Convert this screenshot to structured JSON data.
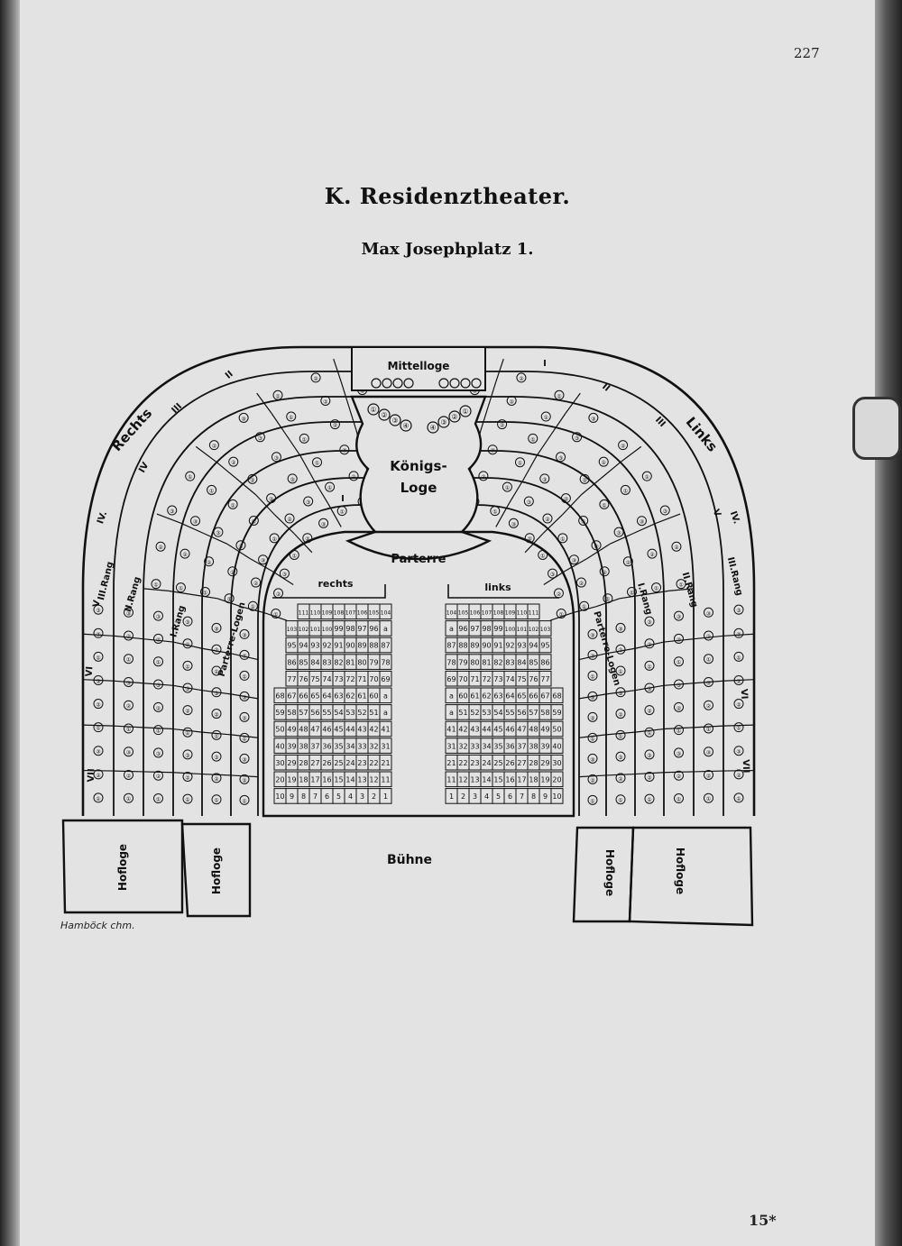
{
  "page": {
    "number": "227",
    "signature": "15*"
  },
  "title": "K. Residenztheater.",
  "subtitle": "Max Josephplatz 1.",
  "credit": "Hamböck chm.",
  "plan": {
    "areas": {
      "mittelloge": "Mittelloge",
      "koenigsloge_line1": "Königs-",
      "koenigsloge_line2": "Loge",
      "parterre": "Parterre",
      "parterre_rechts": "rechts",
      "parterre_links": "links",
      "buehne": "Bühne",
      "hofloge": "Hofloge"
    },
    "sides": {
      "right": "Rechts",
      "left": "Links"
    },
    "tiers": {
      "rang4": "IV.",
      "rang3": "III.Rang",
      "rang2": "II.Rang",
      "rang1": "I.Rang",
      "parterre_logen": "Parterre-Logen"
    },
    "box_numbers": [
      "I",
      "II",
      "III",
      "IV",
      "V",
      "VI",
      "VII"
    ],
    "parterre_rechts_rows": [
      [
        "111",
        "110",
        "109",
        "108",
        "107",
        "106",
        "105",
        "104"
      ],
      [
        "103",
        "102",
        "101",
        "100",
        "99",
        "98",
        "97",
        "96",
        "a"
      ],
      [
        "95",
        "94",
        "93",
        "92",
        "91",
        "90",
        "89",
        "88",
        "87"
      ],
      [
        "86",
        "85",
        "84",
        "83",
        "82",
        "81",
        "80",
        "79",
        "78"
      ],
      [
        "77",
        "76",
        "75",
        "74",
        "73",
        "72",
        "71",
        "70",
        "69"
      ],
      [
        "68",
        "67",
        "66",
        "65",
        "64",
        "63",
        "62",
        "61",
        "60",
        "a"
      ],
      [
        "59",
        "58",
        "57",
        "56",
        "55",
        "54",
        "53",
        "52",
        "51",
        "a"
      ],
      [
        "50",
        "49",
        "48",
        "47",
        "46",
        "45",
        "44",
        "43",
        "42",
        "41"
      ],
      [
        "40",
        "39",
        "38",
        "37",
        "36",
        "35",
        "34",
        "33",
        "32",
        "31"
      ],
      [
        "30",
        "29",
        "28",
        "27",
        "26",
        "25",
        "24",
        "23",
        "22",
        "21"
      ],
      [
        "20",
        "19",
        "18",
        "17",
        "16",
        "15",
        "14",
        "13",
        "12",
        "11"
      ],
      [
        "10",
        "9",
        "8",
        "7",
        "6",
        "5",
        "4",
        "3",
        "2",
        "1"
      ]
    ],
    "parterre_links_rows": [
      [
        "104",
        "105",
        "106",
        "107",
        "108",
        "109",
        "110",
        "111"
      ],
      [
        "a",
        "96",
        "97",
        "98",
        "99",
        "100",
        "101",
        "102",
        "103"
      ],
      [
        "87",
        "88",
        "89",
        "90",
        "91",
        "92",
        "93",
        "94",
        "95"
      ],
      [
        "78",
        "79",
        "80",
        "81",
        "82",
        "83",
        "84",
        "85",
        "86"
      ],
      [
        "69",
        "70",
        "71",
        "72",
        "73",
        "74",
        "75",
        "76",
        "77"
      ],
      [
        "a",
        "60",
        "61",
        "62",
        "63",
        "64",
        "65",
        "66",
        "67",
        "68"
      ],
      [
        "a",
        "51",
        "52",
        "53",
        "54",
        "55",
        "56",
        "57",
        "58",
        "59"
      ],
      [
        "41",
        "42",
        "43",
        "44",
        "45",
        "46",
        "47",
        "48",
        "49",
        "50"
      ],
      [
        "31",
        "32",
        "33",
        "34",
        "35",
        "36",
        "37",
        "38",
        "39",
        "40"
      ],
      [
        "21",
        "22",
        "23",
        "24",
        "25",
        "26",
        "27",
        "28",
        "29",
        "30"
      ],
      [
        "11",
        "12",
        "13",
        "14",
        "15",
        "16",
        "17",
        "18",
        "19",
        "20"
      ],
      [
        "1",
        "2",
        "3",
        "4",
        "5",
        "6",
        "7",
        "8",
        "9",
        "10"
      ]
    ],
    "koenigsloge_seats_left": [
      "①",
      "②",
      "③",
      "④"
    ],
    "koenigsloge_seats_right": [
      "④",
      "③",
      "②",
      "①"
    ],
    "box_seats_pattern": [
      "①",
      "②",
      "③"
    ]
  }
}
